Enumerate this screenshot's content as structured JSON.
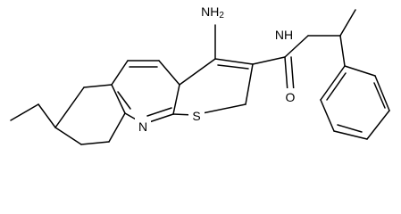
{
  "molecule": {
    "labels": {
      "amine": "NH",
      "amine_subscript": "2",
      "amide_nh": "NH",
      "carbonyl_o": "O",
      "ring_n": "N",
      "ring_s": "S"
    }
  },
  "colors": {
    "bond": "#000000",
    "text": "#000000",
    "background": "#ffffff"
  }
}
